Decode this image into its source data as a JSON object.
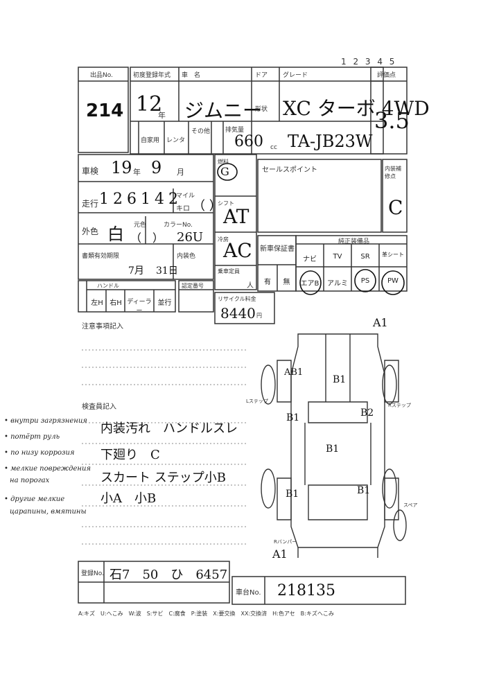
{
  "header": {
    "corner_mark": "1 2 3 4 5"
  },
  "lot": {
    "label": "出品No.",
    "value": "214"
  },
  "year": {
    "label": "初度登録年式",
    "era_value": "12",
    "era_unit": "年"
  },
  "car_name": {
    "label": "車　名",
    "value": "ジムニー"
  },
  "doors": {
    "label": "ドア",
    "shape_label": "形状"
  },
  "grade": {
    "label": "グレード",
    "value": "XC ターボ 4WD"
  },
  "score": {
    "label": "評価点",
    "value": "3.5"
  },
  "usage": {
    "private": "自家用",
    "rental": "レンタ",
    "other": "その他"
  },
  "displacement": {
    "label": "排気量",
    "value": "660",
    "unit": "cc"
  },
  "model_code": {
    "value": "TA-JB23W"
  },
  "shaken": {
    "label": "車検",
    "year": "19",
    "year_unit": "年",
    "month": "9",
    "month_unit": "月"
  },
  "mileage": {
    "label": "走行",
    "value": "126142",
    "mile_label": "マイル",
    "km_label": "キロ",
    "paren": "（ ）"
  },
  "color": {
    "label": "外色",
    "value": "白",
    "original_label": "元色",
    "paren": "（　）",
    "code_label": "カラーNo.",
    "code_value": "26U"
  },
  "docs": {
    "label": "書類有効期限",
    "month": "7月",
    "day": "31日",
    "interior_color_label": "内装色"
  },
  "handle": {
    "label": "ハンドル",
    "left": "左H",
    "right": "右H",
    "dealer_label": "ディーラー",
    "import_label": "並行",
    "cert_label": "認定番号"
  },
  "shift": {
    "top_label": "燃料",
    "label": "シフト",
    "value": "AT",
    "fuel_value": "G"
  },
  "aircon": {
    "label": "冷房",
    "value": "AC"
  },
  "seats": {
    "label": "乗車定員",
    "unit": "人"
  },
  "sales_point": {
    "label": "セールスポイント"
  },
  "interior": {
    "label": "内装補修点",
    "value": "C"
  },
  "warranty": {
    "label": "新車保証書",
    "yes": "有",
    "no": "無"
  },
  "equipment": {
    "label": "純正装備品",
    "items": [
      "ナビ",
      "TV",
      "SR",
      "革シート",
      "エアB",
      "アルミ",
      "PS",
      "PW"
    ]
  },
  "recycle": {
    "label": "リサイクル料金",
    "value": "8440",
    "unit": "円"
  },
  "notes": {
    "label": "注意事項記入",
    "inspector_label": "検査員記入"
  },
  "inspector": {
    "lines": [
      "内装汚れ　ハンドルスレ",
      "下廻り　C",
      "スカート ステップ小B",
      "小A　小B"
    ]
  },
  "handwritten_ru": {
    "lines": [
      "• внутри загрязнения",
      "• потёрт руль",
      "• по низу коррозия",
      "• мелкие повреждения",
      "на порогах",
      "• другие мелкие",
      "царапины, вмятины"
    ]
  },
  "diagram": {
    "marks": [
      "A1",
      "AB1",
      "B1",
      "B1",
      "B2",
      "B1",
      "B1",
      "B1",
      "A1"
    ],
    "labels": {
      "left_step": "Lステップ",
      "right_step": "Rステップ",
      "rear": "Rバンパー",
      "spare": "スペア"
    }
  },
  "plate": {
    "label": "登録No.",
    "value": "石7　50　ひ　6457"
  },
  "chassis": {
    "label": "車台No.",
    "value": "218135"
  },
  "footer": {
    "legend": "A:キズ　U:へこみ　W:波　S:サビ　C:腐食　P:塗装　X:要交換　XX:交換済　H:色アセ　B:キズへこみ"
  }
}
